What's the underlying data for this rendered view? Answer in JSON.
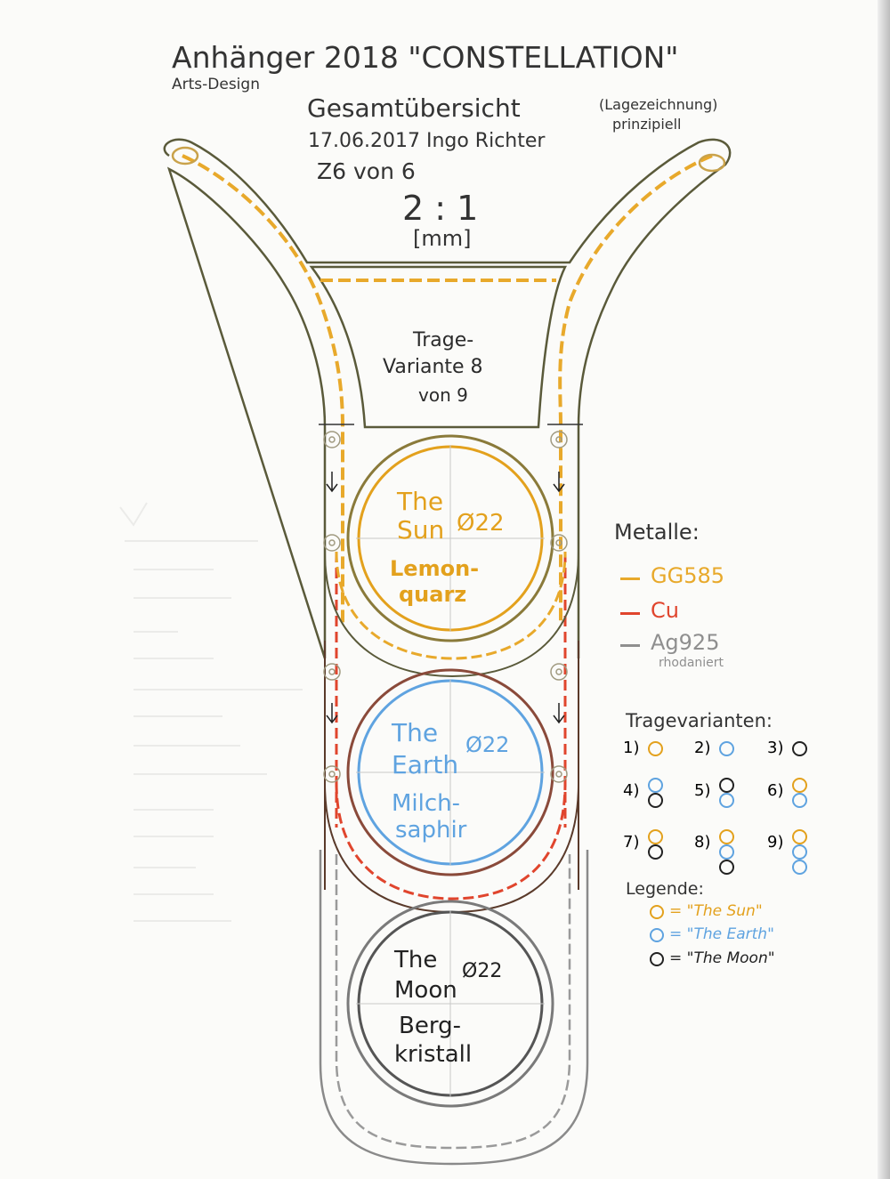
{
  "colors": {
    "gold": "#e8a92b",
    "copper": "#e0452d",
    "silver": "#9a9a9a",
    "sun": "#e3a11d",
    "earth": "#5fa3e0",
    "moon": "#222222",
    "outline": "#5a5a3a"
  },
  "header": {
    "title": "Anhänger 2018 \"CONSTELLATION\"",
    "brand": "Arts-Design",
    "subtitle": "Gesamtübersicht",
    "subtitle_note": "(Lagezeichnung)",
    "subtitle_note2": "prinzipiell",
    "date_author": "17.06.2017 Ingo Richter",
    "sheet": "Z6 von 6",
    "scale": "2 : 1",
    "unit": "[mm]"
  },
  "variant": {
    "line1": "Trage-",
    "line2": "Variante 8",
    "line3": "von 9"
  },
  "stones": [
    {
      "name1": "The",
      "name2": "Sun",
      "diameter": "Ø22",
      "material1": "Lemon-",
      "material2": "quarz"
    },
    {
      "name1": "The",
      "name2": "Earth",
      "diameter": "Ø22",
      "material1": "Milch-",
      "material2": "saphir"
    },
    {
      "name1": "The",
      "name2": "Moon",
      "diameter": "Ø22",
      "material1": "Berg-",
      "material2": "kristall"
    }
  ],
  "metals": {
    "heading": "Metalle:",
    "items": [
      {
        "label": "GG585",
        "color": "#e8a92b"
      },
      {
        "label": "Cu",
        "color": "#e0452d"
      },
      {
        "label": "Ag925",
        "color": "#8f8f8f",
        "note": "rhodaniert"
      }
    ]
  },
  "variants": {
    "heading": "Tragevarianten:",
    "items": [
      {
        "label": "1)",
        "circles": [
          "sun"
        ]
      },
      {
        "label": "2)",
        "circles": [
          "earth"
        ]
      },
      {
        "label": "3)",
        "circles": [
          "moon"
        ]
      },
      {
        "label": "4)",
        "circles": [
          "earth",
          "moon"
        ]
      },
      {
        "label": "5)",
        "circles": [
          "moon",
          "earth"
        ]
      },
      {
        "label": "6)",
        "circles": [
          "sun",
          "earth"
        ]
      },
      {
        "label": "7)",
        "circles": [
          "sun",
          "moon"
        ]
      },
      {
        "label": "8)",
        "circles": [
          "sun",
          "earth",
          "moon"
        ]
      },
      {
        "label": "9)",
        "circles": [
          "sun",
          "earth",
          "earth"
        ]
      }
    ]
  },
  "legend": {
    "heading": "Legende:",
    "items": [
      {
        "key": "sun",
        "text": "= \"The Sun\""
      },
      {
        "key": "earth",
        "text": "= \"The Earth\""
      },
      {
        "key": "moon",
        "text": "= \"The Moon\""
      }
    ]
  }
}
